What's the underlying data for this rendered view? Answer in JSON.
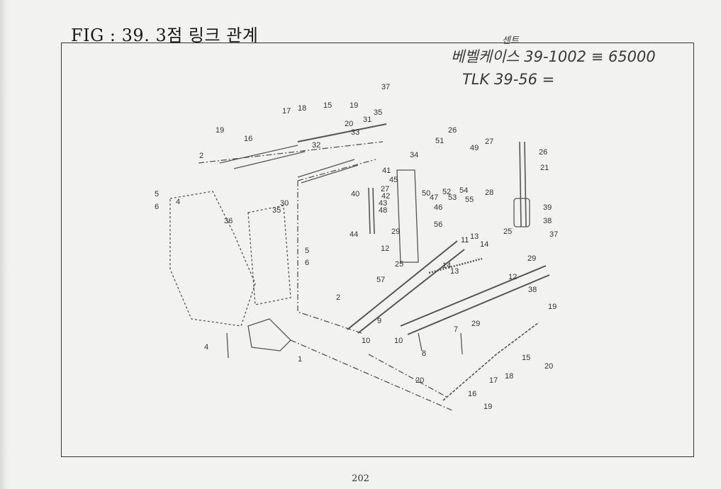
{
  "title": "FIG : 39. 3점 링크 관계",
  "handwritten": {
    "line1": "베벨케이스 39-1002 ≡ 65000",
    "line1_note": "센트",
    "line2": "TLK 39-56 ="
  },
  "page_number": "202",
  "callouts": [
    {
      "id": "c1",
      "text": "37"
    },
    {
      "id": "c2",
      "text": "35"
    },
    {
      "id": "c3",
      "text": "17"
    },
    {
      "id": "c4",
      "text": "18"
    },
    {
      "id": "c5",
      "text": "15"
    },
    {
      "id": "c6",
      "text": "19"
    },
    {
      "id": "c7",
      "text": "20"
    },
    {
      "id": "c8",
      "text": "31"
    },
    {
      "id": "c9",
      "text": "33"
    },
    {
      "id": "c10",
      "text": "19"
    },
    {
      "id": "c11",
      "text": "16"
    },
    {
      "id": "c12",
      "text": "2"
    },
    {
      "id": "c13",
      "text": "32"
    },
    {
      "id": "c14",
      "text": "34"
    },
    {
      "id": "c15",
      "text": "26"
    },
    {
      "id": "c16",
      "text": "51"
    },
    {
      "id": "c17",
      "text": "49"
    },
    {
      "id": "c18",
      "text": "27"
    },
    {
      "id": "c19",
      "text": "26"
    },
    {
      "id": "c20",
      "text": "21"
    },
    {
      "id": "c21",
      "text": "41"
    },
    {
      "id": "c22",
      "text": "45"
    },
    {
      "id": "c23",
      "text": "27"
    },
    {
      "id": "c24",
      "text": "40"
    },
    {
      "id": "c25",
      "text": "42"
    },
    {
      "id": "c26",
      "text": "43"
    },
    {
      "id": "c27",
      "text": "48"
    },
    {
      "id": "c28",
      "text": "50"
    },
    {
      "id": "c29",
      "text": "52"
    },
    {
      "id": "c30",
      "text": "54"
    },
    {
      "id": "c31",
      "text": "47"
    },
    {
      "id": "c32",
      "text": "53"
    },
    {
      "id": "c33",
      "text": "55"
    },
    {
      "id": "c34",
      "text": "46"
    },
    {
      "id": "c35",
      "text": "28"
    },
    {
      "id": "c36",
      "text": "39"
    },
    {
      "id": "c37",
      "text": "38"
    },
    {
      "id": "c38",
      "text": "25"
    },
    {
      "id": "c39",
      "text": "37"
    },
    {
      "id": "c40",
      "text": "5"
    },
    {
      "id": "c41",
      "text": "6"
    },
    {
      "id": "c42",
      "text": "4"
    },
    {
      "id": "c43",
      "text": "30"
    },
    {
      "id": "c44",
      "text": "36"
    },
    {
      "id": "c45",
      "text": "35"
    },
    {
      "id": "c46",
      "text": "44"
    },
    {
      "id": "c47",
      "text": "29"
    },
    {
      "id": "c48",
      "text": "56"
    },
    {
      "id": "c49",
      "text": "13"
    },
    {
      "id": "c50",
      "text": "14"
    },
    {
      "id": "c51",
      "text": "12"
    },
    {
      "id": "c52",
      "text": "25"
    },
    {
      "id": "c53",
      "text": "11"
    },
    {
      "id": "c54",
      "text": "29"
    },
    {
      "id": "c55",
      "text": "12"
    },
    {
      "id": "c56",
      "text": "5"
    },
    {
      "id": "c57",
      "text": "6"
    },
    {
      "id": "c58",
      "text": "57"
    },
    {
      "id": "c59",
      "text": "38"
    },
    {
      "id": "c60",
      "text": "19"
    },
    {
      "id": "c61",
      "text": "2"
    },
    {
      "id": "c62",
      "text": "9"
    },
    {
      "id": "c63",
      "text": "29"
    },
    {
      "id": "c64",
      "text": "7"
    },
    {
      "id": "c65",
      "text": "10"
    },
    {
      "id": "c66",
      "text": "10"
    },
    {
      "id": "c67",
      "text": "8"
    },
    {
      "id": "c68",
      "text": "15"
    },
    {
      "id": "c69",
      "text": "20"
    },
    {
      "id": "c70",
      "text": "4"
    },
    {
      "id": "c71",
      "text": "1"
    },
    {
      "id": "c72",
      "text": "18"
    },
    {
      "id": "c73",
      "text": "17"
    },
    {
      "id": "c74",
      "text": "20"
    },
    {
      "id": "c75",
      "text": "16"
    },
    {
      "id": "c76",
      "text": "19"
    },
    {
      "id": "c77",
      "text": "14"
    },
    {
      "id": "c78",
      "text": "13"
    }
  ]
}
